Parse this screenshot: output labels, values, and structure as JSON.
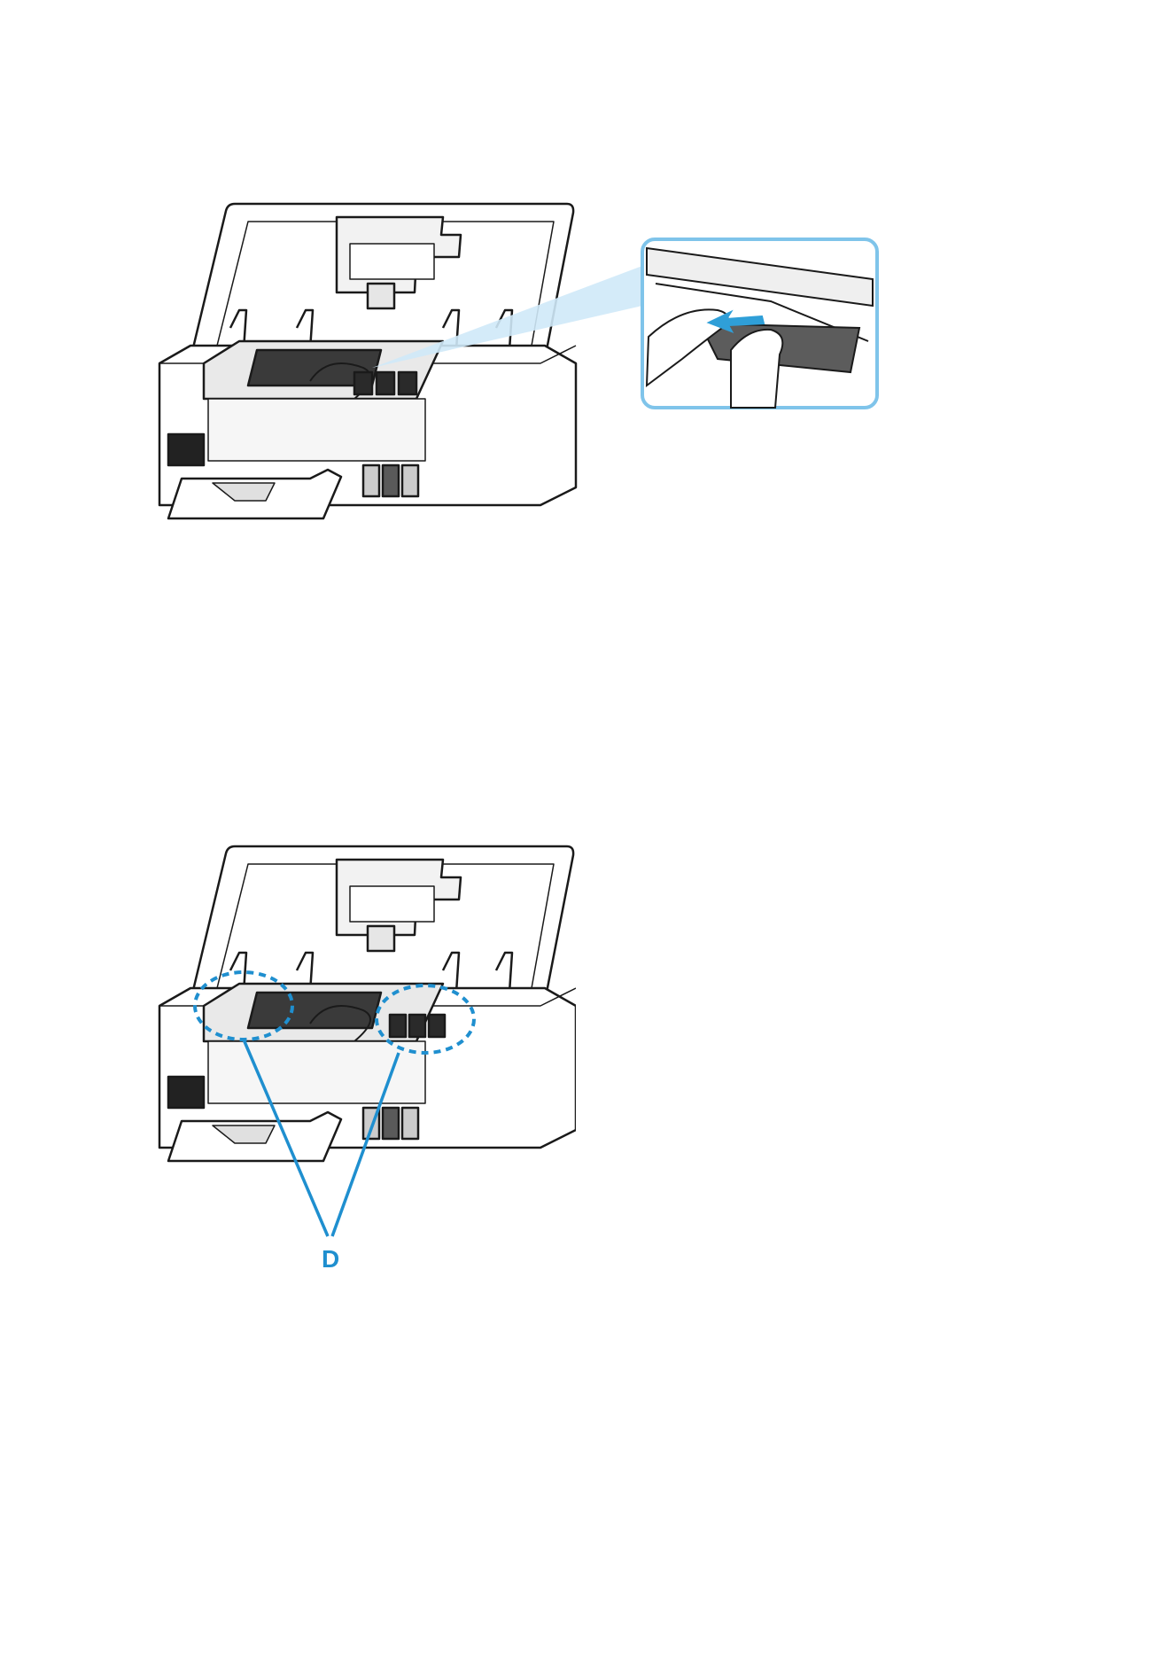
{
  "figure1": {
    "icons": [
      "printer-open-cover-illustration",
      "magnified-callout",
      "hands-removing-jammed-paper",
      "pull-arrow-icon"
    ],
    "callout_color": "#7fc4ea",
    "arrow_color": "#2f9fd8"
  },
  "figure2": {
    "icons": [
      "printer-open-cover-illustration",
      "dashed-circle-marker",
      "leader-line"
    ],
    "label": "D",
    "highlight_color": "#1f8fcf"
  }
}
